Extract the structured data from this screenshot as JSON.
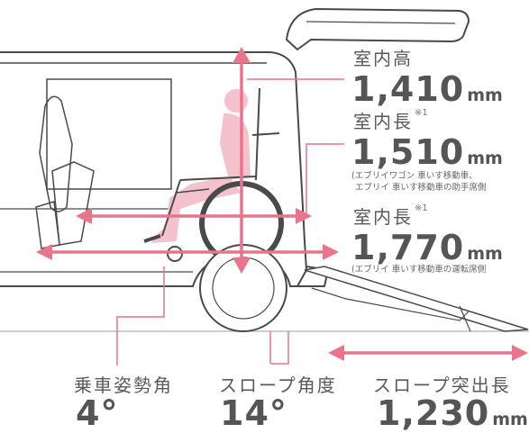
{
  "colors": {
    "accent": "#e8758c",
    "accent_light": "#f3c2cc",
    "line": "#4a4a4a",
    "text": "#5a5a5a"
  },
  "interior_height": {
    "label": "室内高",
    "value": "1,410",
    "unit": "mm"
  },
  "interior_length_1": {
    "label": "室内長",
    "mark": "※1",
    "value": "1,510",
    "unit": "mm",
    "note_line1": "(エブリイワゴン 車いす移動車、",
    "note_line2": "エブリイ 車いす移動車の助手席側"
  },
  "interior_length_2": {
    "label": "室内長",
    "mark": "※1",
    "value": "1,770",
    "unit": "mm",
    "note": "(エブリイ 車いす移動車の運転席側"
  },
  "boarding_angle": {
    "label": "乗車姿勢角",
    "value": "4",
    "unit": "°"
  },
  "slope_angle": {
    "label": "スロープ角度",
    "value": "14",
    "unit": "°"
  },
  "slope_protrusion": {
    "label": "スロープ突出長",
    "value": "1,230",
    "unit": "mm"
  }
}
